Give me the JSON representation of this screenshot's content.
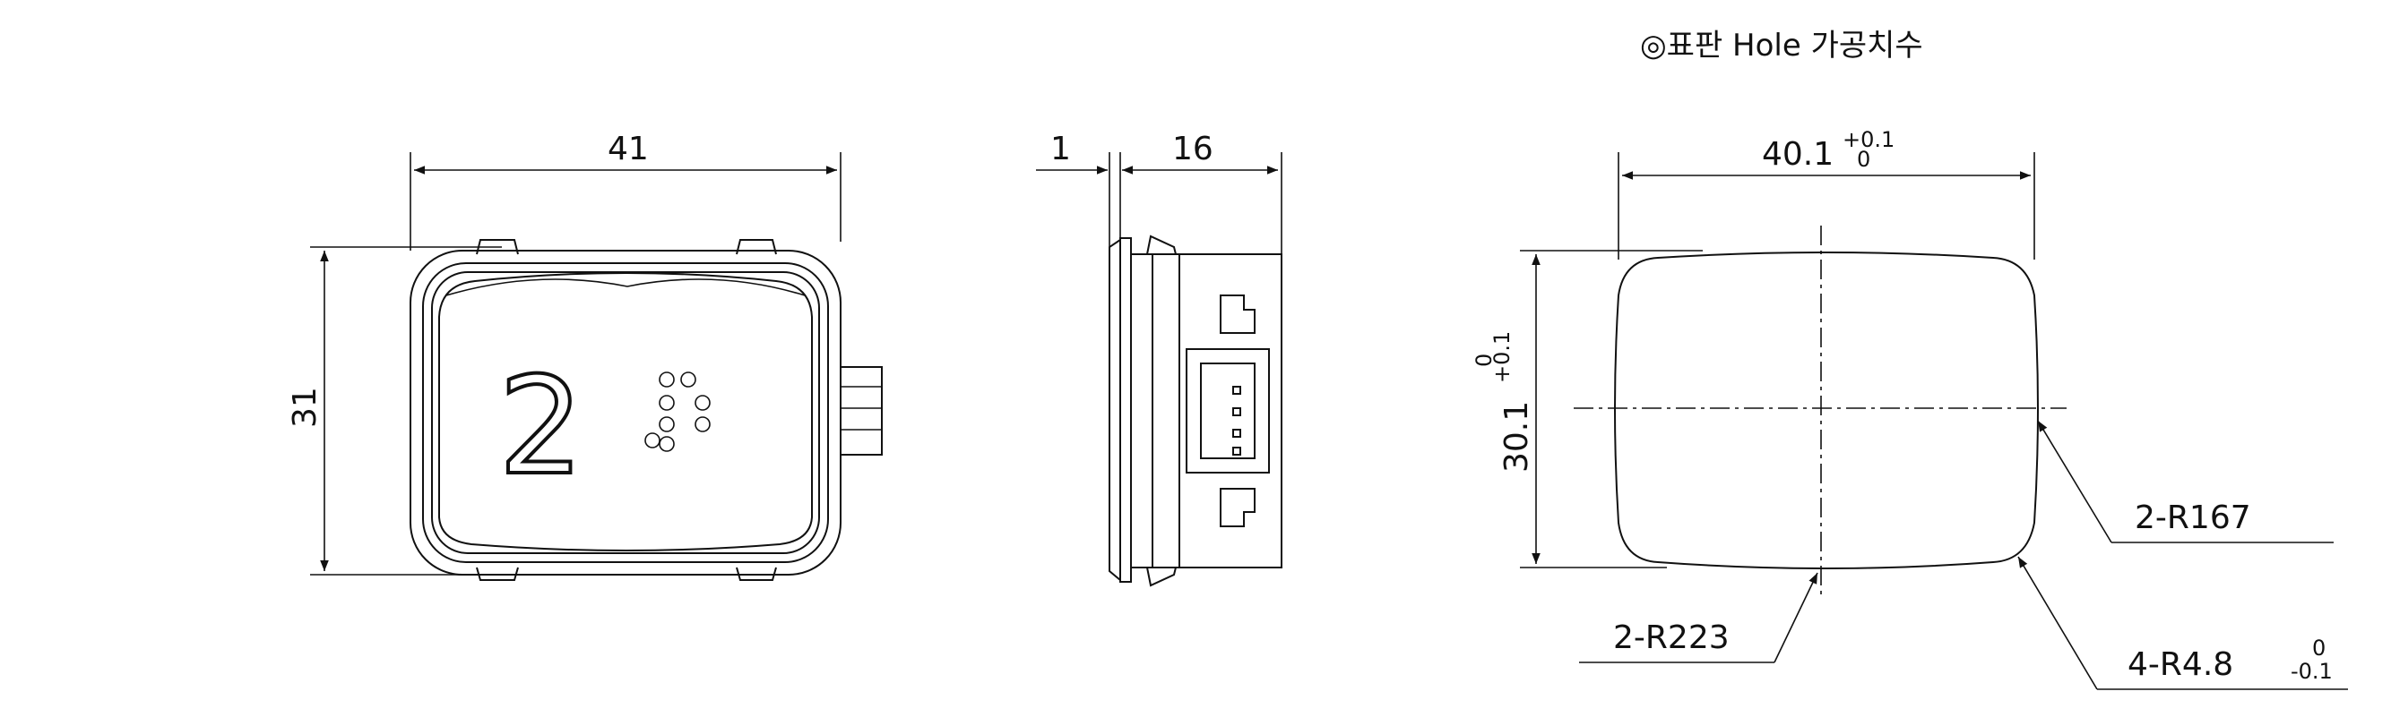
{
  "title": "◎표판 Hole 가공치수",
  "front_view": {
    "width_dim": "41",
    "height_dim": "31",
    "floor_number": "2"
  },
  "side_view": {
    "bezel_dim": "1",
    "depth_dim": "16"
  },
  "hole_view": {
    "width_dim": "40.1",
    "width_tol_upper": "+0.1",
    "width_tol_lower": "0",
    "height_dim": "30.1",
    "height_tol_upper": "+0.1",
    "height_tol_lower": "0",
    "radius_side": "2-R167",
    "radius_top_bottom": "2-R223",
    "corner_radius": "4-R4.8",
    "corner_tol_upper": "0",
    "corner_tol_lower": "-0.1"
  }
}
